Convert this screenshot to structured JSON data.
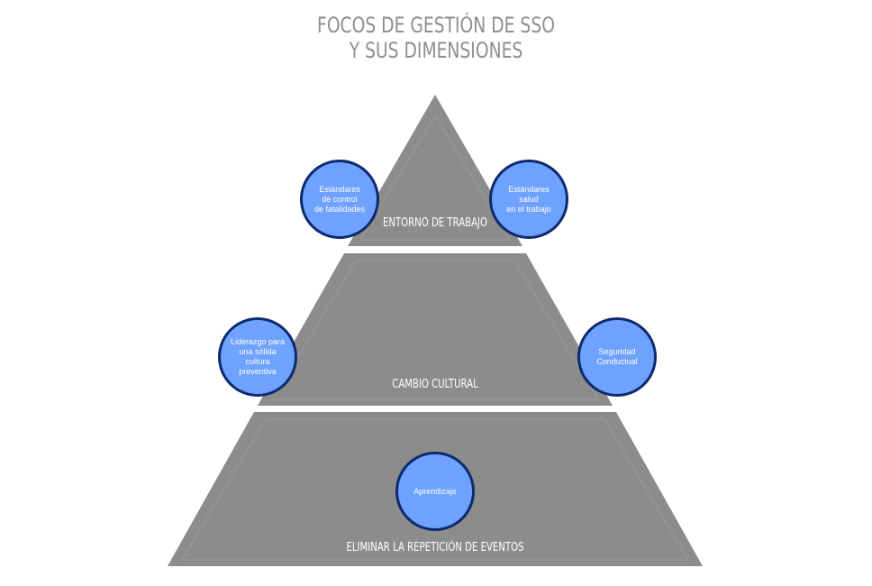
{
  "title": {
    "line1": "FOCOS DE GESTIÓN DE SSO",
    "line2": "Y SUS DIMENSIONES"
  },
  "tiers": {
    "top": "ENTORNO DE TRABAJO",
    "middle": "CAMBIO CULTURAL",
    "bottom": "ELIMINAR LA REPETICIÓN DE EVENTOS"
  },
  "circles": {
    "fatalidades": "Estándares\nde control\nde fatalidades",
    "salud": "Estándares\nsalud\nen el trabajo",
    "liderazgo": "Liderazgo para\nuna sólida\ncultura\npreventiva",
    "seguridad": "Seguridad\nConductual",
    "aprendizaje": "Aprendizaje"
  },
  "colors": {
    "tier_fill": "#8c8c8c",
    "circle_fill": "#6fa1ff",
    "circle_border": "#0d2a6e",
    "title": "#8e8e8e"
  }
}
